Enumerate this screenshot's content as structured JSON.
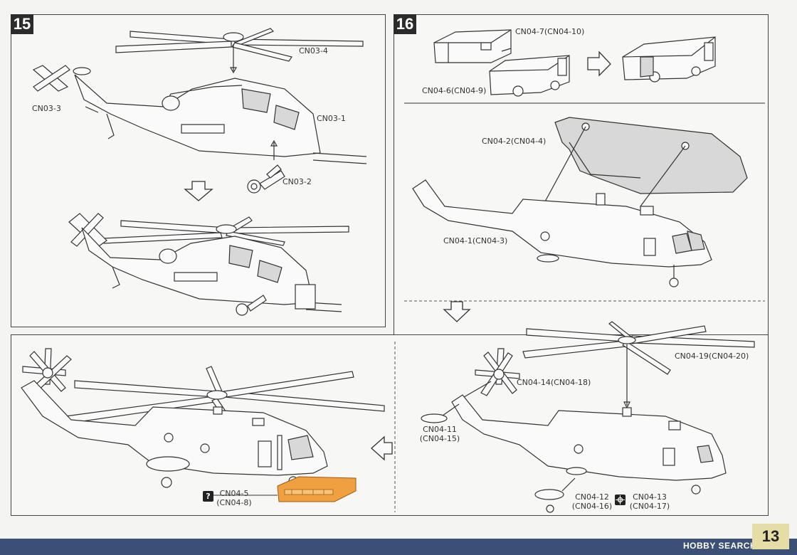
{
  "steps": {
    "step15": {
      "number": "15",
      "labels": {
        "rotor": "CN03-4",
        "tail_rotor": "CN03-3",
        "body": "CN03-1",
        "gear": "CN03-2"
      }
    },
    "step16": {
      "number": "16",
      "labels": {
        "truck_top": "CN04-7(CN04-10)",
        "truck_body": "CN04-6(CN04-9)",
        "shell": "CN04-2(CN04-4)",
        "fuselage": "CN04-1(CN04-3)",
        "main_rotor": "CN04-19(CN04-20)",
        "tail_rotor": "CN04-14(CN04-18)",
        "pod_a_1": "CN04-11",
        "pod_a_2": "(CN04-15)",
        "pod_b_1": "CN04-12",
        "pod_b_2": "(CN04-16)",
        "pod_c_1": "CN04-13",
        "pod_c_2": "(CN04-17)"
      }
    },
    "step_final": {
      "labels": {
        "part_1": "CN04-5",
        "part_2": "(CN04-8)"
      },
      "help_icon": "?",
      "highlight_color": "#f0a040"
    }
  },
  "page": {
    "number": "13",
    "watermark": "HOBBY SEARCH",
    "footer_color": "#3c4f74"
  },
  "icons": {
    "arrow": "down-arrow-icon",
    "left": "left-arrow-icon",
    "right": "right-arrow-icon",
    "glue": "glue-icon",
    "help": "question-icon"
  }
}
